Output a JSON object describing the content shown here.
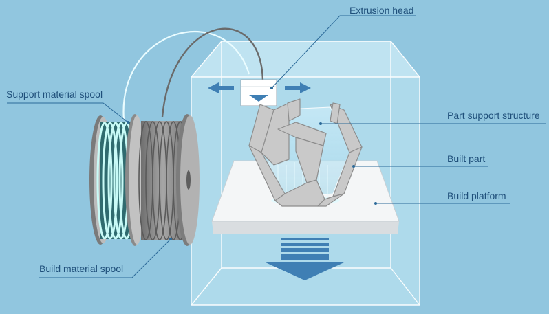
{
  "labels": {
    "extrusion_head": "Extrusion head",
    "support_spool": "Support material spool",
    "part_support": "Part support structure",
    "built_part": "Built part",
    "build_platform": "Build platform",
    "build_spool": "Build material spool"
  },
  "colors": {
    "background": "#91c6df",
    "leader_line": "#2c6a99",
    "label_text": "#1f4f7a",
    "arrow": "#3f7fb4",
    "support_filament": "#bff4f1",
    "build_filament": "#8f8f8f",
    "part_frame": "#c9c9c9"
  }
}
